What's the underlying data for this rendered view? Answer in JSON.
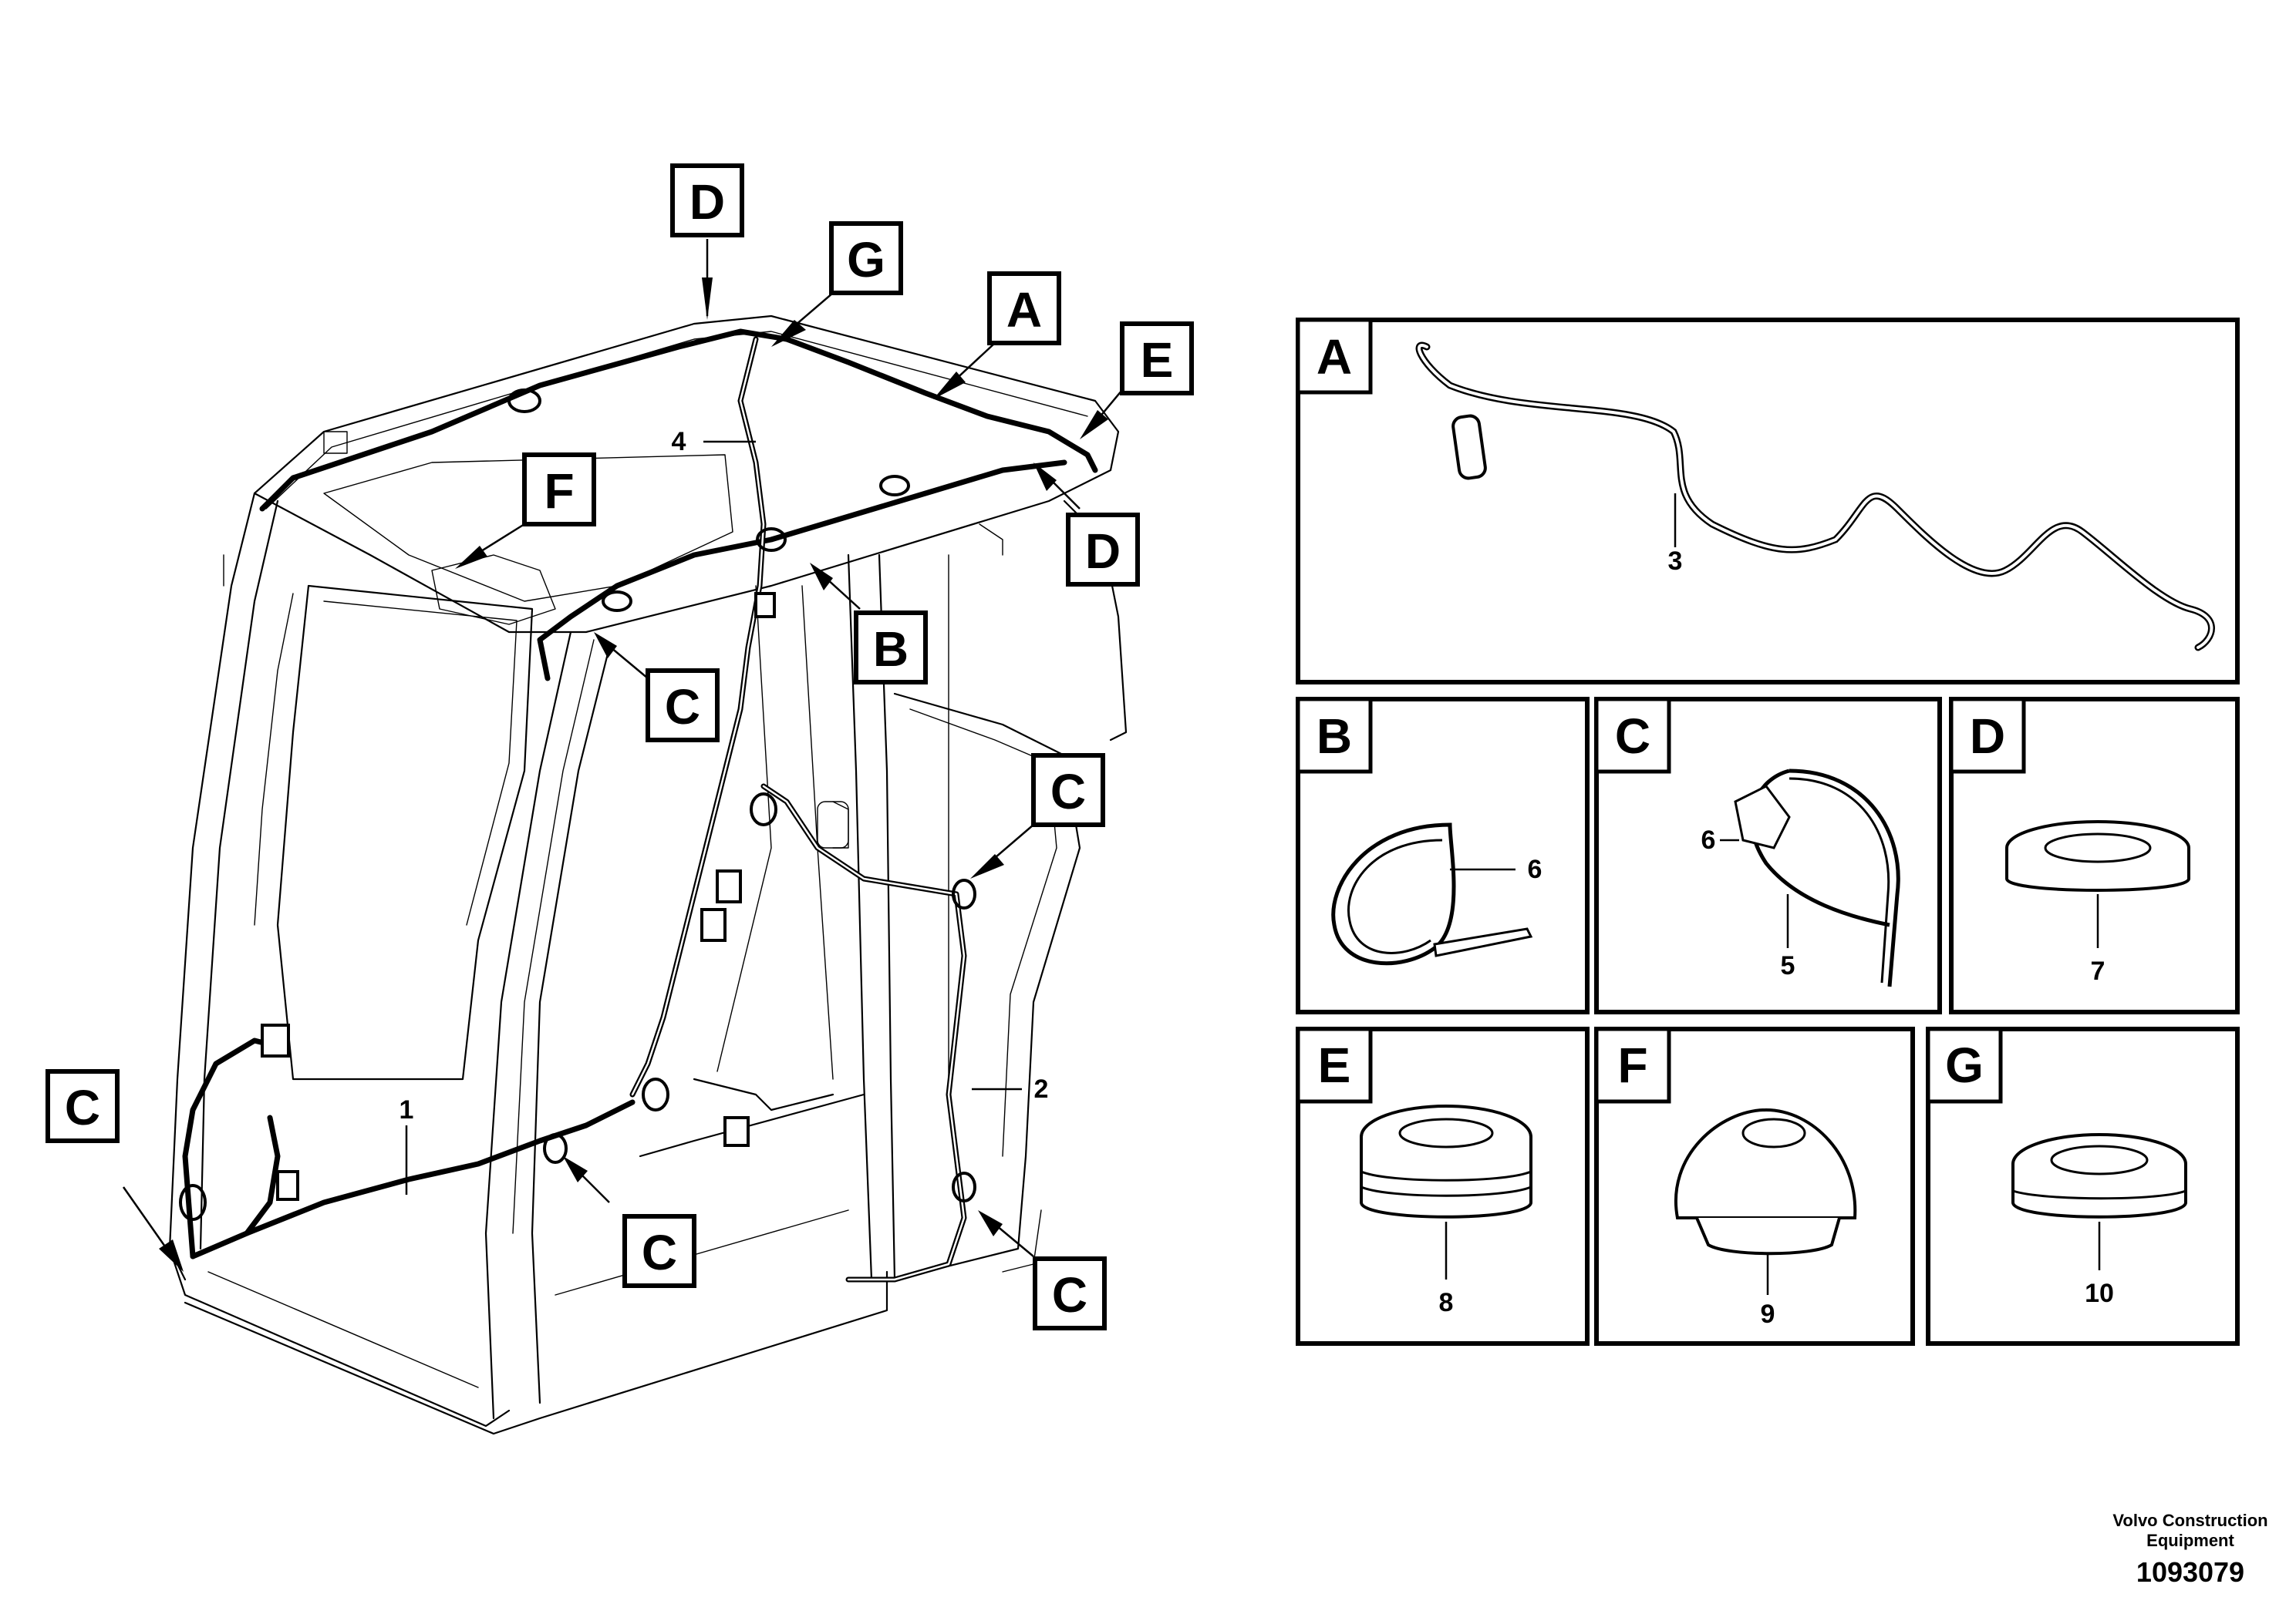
{
  "diagram": {
    "callouts_main": [
      {
        "id": "main-D-top",
        "letter": "D"
      },
      {
        "id": "main-G",
        "letter": "G"
      },
      {
        "id": "main-A",
        "letter": "A"
      },
      {
        "id": "main-E",
        "letter": "E"
      },
      {
        "id": "main-F",
        "letter": "F"
      },
      {
        "id": "main-D-right",
        "letter": "D"
      },
      {
        "id": "main-B",
        "letter": "B"
      },
      {
        "id": "main-C-mid",
        "letter": "C"
      },
      {
        "id": "main-C-right-upper",
        "letter": "C"
      },
      {
        "id": "main-C-left",
        "letter": "C"
      },
      {
        "id": "main-C-bottom-mid",
        "letter": "C"
      },
      {
        "id": "main-C-bottom-right",
        "letter": "C"
      }
    ],
    "item_numbers_main": [
      "4",
      "1",
      "2"
    ],
    "detail_panels": [
      {
        "letter": "A",
        "item": "3",
        "part": "harness"
      },
      {
        "letter": "B",
        "item": "6",
        "part": "cable-tie"
      },
      {
        "letter": "C",
        "item": "5",
        "item2": "6",
        "part": "cable-tie-with-clip"
      },
      {
        "letter": "D",
        "item": "7",
        "part": "grommet"
      },
      {
        "letter": "E",
        "item": "8",
        "part": "grommet"
      },
      {
        "letter": "F",
        "item": "9",
        "part": "plug"
      },
      {
        "letter": "G",
        "item": "10",
        "part": "grommet"
      }
    ]
  },
  "footer": {
    "company_line1": "Volvo Construction",
    "company_line2": "Equipment",
    "drawing_number": "1093079"
  }
}
